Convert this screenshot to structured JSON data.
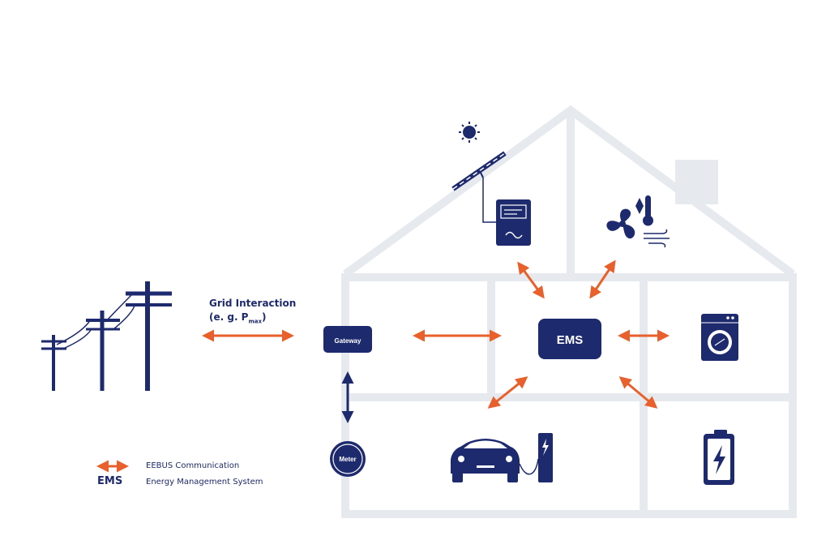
{
  "colors": {
    "navy": "#1e2a6e",
    "arrow": "#e8602c",
    "house": "#e6eaee",
    "sun": "#1e2a6e"
  },
  "grid": {
    "title": "Grid Interaction",
    "subtitle_prefix": "(e. g. P",
    "subtitle_sub": "max",
    "subtitle_suffix": ")"
  },
  "nodes": {
    "gateway_label": "Gateway",
    "ems_label": "EMS",
    "meter_label": "Meter"
  },
  "icons": {
    "sun": "sun-icon",
    "solar_panel": "solar-panel-icon",
    "inverter": "inverter-icon",
    "heat_pump": "heat-pump-icon",
    "washing_machine": "washing-machine-icon",
    "electric_car": "electric-car-icon",
    "charger": "ev-charger-icon",
    "battery": "battery-icon",
    "power_lines": "power-lines-icon"
  },
  "legend": {
    "arrow_text": "EEBUS Communication",
    "ems_abbrev": "EMS",
    "ems_text": "Energy Management System"
  }
}
